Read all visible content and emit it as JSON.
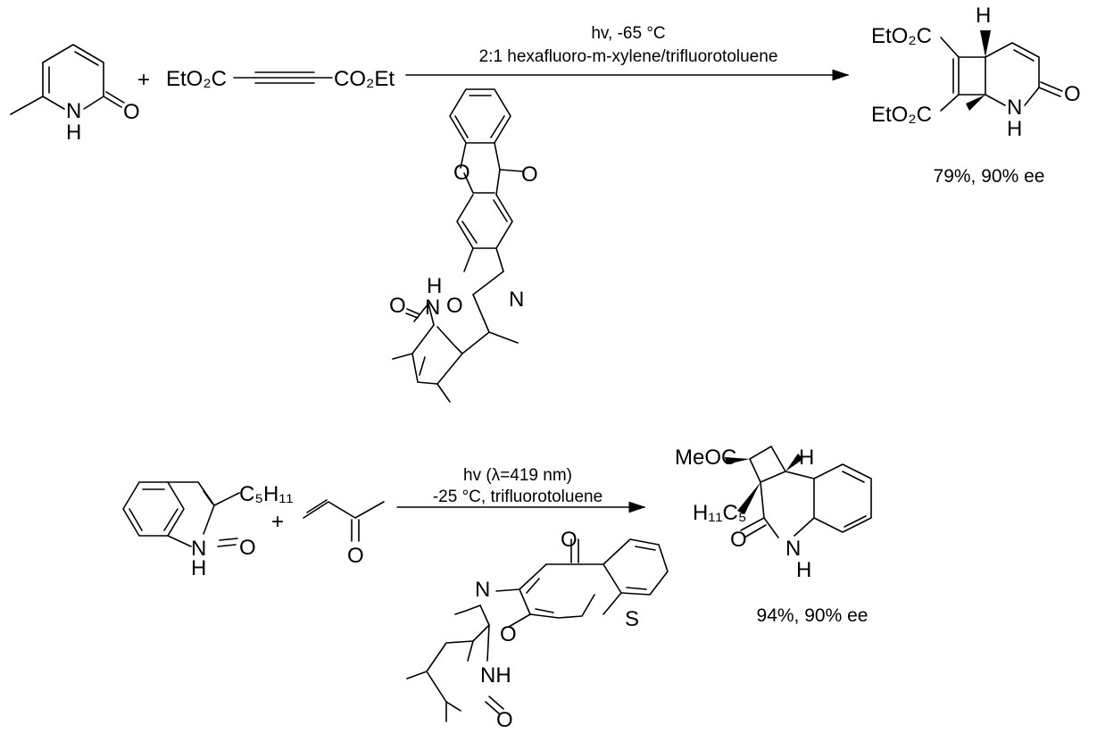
{
  "reaction1": {
    "reactant1": {
      "n_label": "N",
      "h_label": "H",
      "o_label": "O"
    },
    "plus": "+",
    "reactant2": {
      "left_group": "EtO₂C",
      "right_group": "CO₂Et"
    },
    "condition_line1": "hv, -65 °C",
    "condition_line2": "2:1 hexafluoro-m-xylene/trifluorotoluene",
    "catalyst": {
      "ring_o": "O",
      "ketone_o": "O",
      "oxazole_o": "O",
      "oxazole_n": "N",
      "amide_h": "H",
      "amide_n": "N",
      "amide_o": "O"
    },
    "product": {
      "ester_top": "EtO₂C",
      "ester_bottom": "EtO₂C",
      "h_label": "H",
      "n_label": "N",
      "nh_label": "H",
      "o_label": "O"
    },
    "yield": "79%, 90% ee"
  },
  "reaction2": {
    "reactant1": {
      "substituent": "C₅H₁₁",
      "n_label": "N",
      "h_label": "H",
      "o_label": "O"
    },
    "plus": "+",
    "reactant2": {
      "o_label": "O"
    },
    "condition_line1": "hv (λ=419 nm)",
    "condition_line2": "-25 °C, trifluorotoluene",
    "catalyst": {
      "ketone_o": "O",
      "sulfur": "S",
      "oxazole_n": "N",
      "oxazole_o": "O",
      "amide_nh": "NH",
      "amide_o": "O"
    },
    "product": {
      "acyl": "MeOC",
      "h_label": "H",
      "alkyl": "H₁₁C₅",
      "o_label": "O",
      "n_label": "N",
      "nh_label": "H"
    },
    "yield": "94%, 90% ee"
  }
}
